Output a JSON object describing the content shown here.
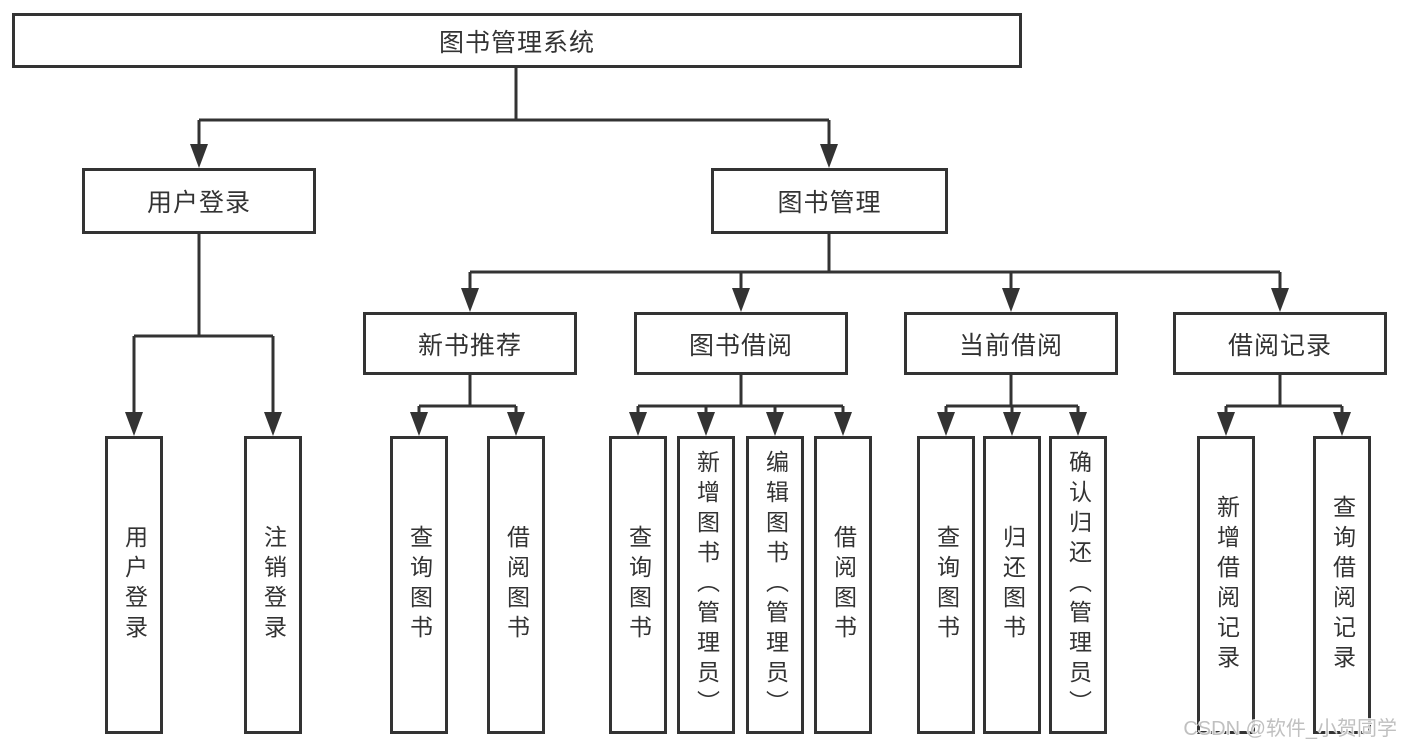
{
  "diagram": {
    "root": {
      "label": "图书管理系统"
    },
    "branches": [
      {
        "label": "用户登录",
        "children": [
          {
            "label": "用户登录"
          },
          {
            "label": "注销登录"
          }
        ]
      },
      {
        "label": "图书管理",
        "children": [
          {
            "label": "新书推荐",
            "children": [
              {
                "label": "查询图书"
              },
              {
                "label": "借阅图书"
              }
            ]
          },
          {
            "label": "图书借阅",
            "children": [
              {
                "label": "查询图书"
              },
              {
                "label": "新增图书（管理员）"
              },
              {
                "label": "编辑图书（管理员）"
              },
              {
                "label": "借阅图书"
              }
            ]
          },
          {
            "label": "当前借阅",
            "children": [
              {
                "label": "查询图书"
              },
              {
                "label": "归还图书"
              },
              {
                "label": "确认归还（管理员）"
              }
            ]
          },
          {
            "label": "借阅记录",
            "children": [
              {
                "label": "新增借阅记录"
              },
              {
                "label": "查询借阅记录"
              }
            ]
          }
        ]
      }
    ]
  },
  "watermark": {
    "text": "CSDN @软件_小贺同学"
  },
  "colors": {
    "box_border": "#333333",
    "connector": "#333333",
    "node_text": "#333333",
    "watermark_text": "#c0c0c0",
    "background": "#ffffff"
  }
}
